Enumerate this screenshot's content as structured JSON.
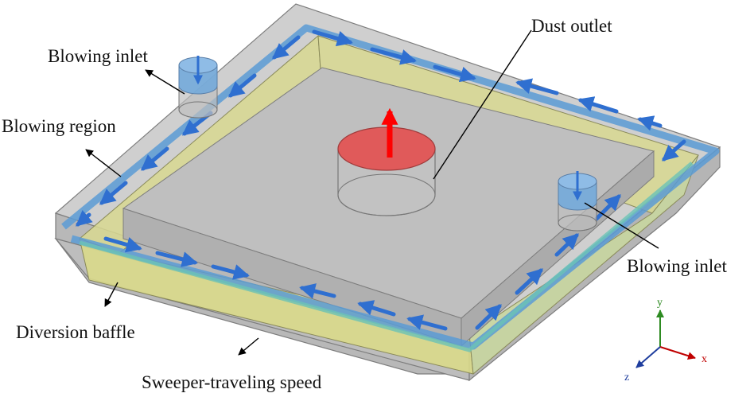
{
  "labels": {
    "blowing_inlet_top": "Blowing inlet",
    "blowing_region": "Blowing region",
    "dust_outlet": "Dust outlet",
    "blowing_inlet_right": "Blowing inlet",
    "diversion_baffle": "Diversion baffle",
    "sweeper_speed": "Sweeper-traveling speed"
  },
  "axes": {
    "x": "x",
    "y": "y",
    "z": "z",
    "x_color": "#c00000",
    "y_color": "#2e8b22",
    "z_color": "#1f3e9e"
  },
  "colors": {
    "housing": "#c6c6c6",
    "edge": "#7d7d7d",
    "baffle": "#d8d890",
    "blowing": "#5b9bd5",
    "flow_arrow": "#2f6fd0",
    "outlet_top": "#e05a5a",
    "outlet_arrow": "#ff0000",
    "inlet_top": "#6fa8dc"
  }
}
